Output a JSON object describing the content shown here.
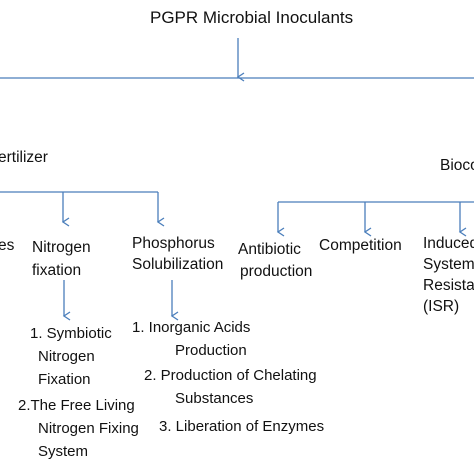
{
  "diagram": {
    "title": "PGPR  Microbial Inoculants",
    "biofertilizer_fragment": "ertilizer",
    "biocontrol_fragment": "Bioco",
    "biofertilizer_children": {
      "partial_fragment": "es",
      "nitrogen_fixation": [
        "Nitrogen",
        "fixation"
      ],
      "phosphorus_solubilization": [
        "Phosphorus",
        "Solubilization"
      ]
    },
    "biocontrol_children": {
      "antibiotic_production": [
        "Antibiotic",
        "production"
      ],
      "competition": "Competition",
      "induced_resistance": [
        "Induced",
        "System",
        "Resista",
        "(ISR)"
      ]
    },
    "nitrogen_fixation_types": [
      [
        "1. Symbiotic",
        "Nitrogen",
        "Fixation"
      ],
      [
        "2.The Free Living",
        "Nitrogen Fixing",
        "System"
      ]
    ],
    "phosphorus_mechanisms": [
      [
        "1.    Inorganic Acids",
        "Production"
      ],
      [
        "2. Production of Chelating",
        "Substances"
      ],
      [
        "3. Liberation of Enzymes"
      ]
    ],
    "line_color": "#4a7ebb"
  }
}
